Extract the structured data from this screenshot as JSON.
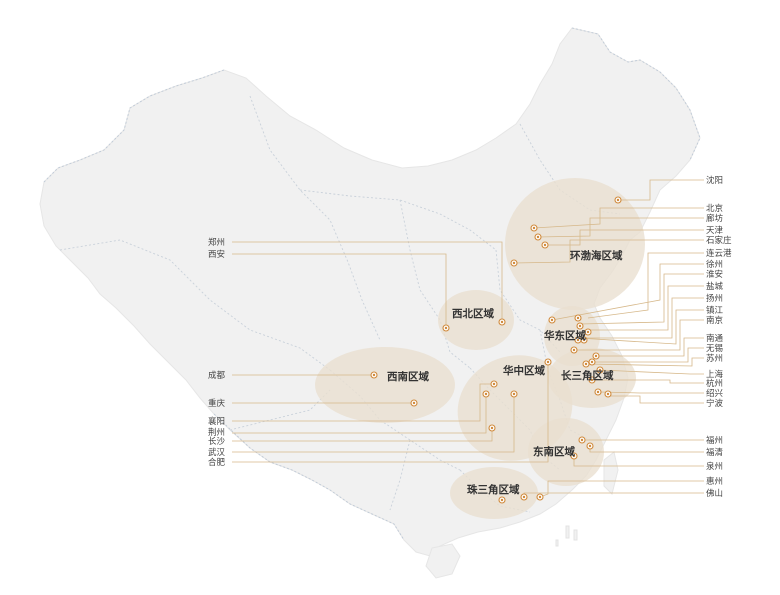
{
  "map": {
    "regions": [
      {
        "id": "huanbohai",
        "label": "环渤海区域"
      },
      {
        "id": "xibei",
        "label": "西北区域"
      },
      {
        "id": "huadong",
        "label": "华东区域"
      },
      {
        "id": "xinan",
        "label": "西南区域"
      },
      {
        "id": "huazhong",
        "label": "华中区域"
      },
      {
        "id": "changsanjiao",
        "label": "长三角区域"
      },
      {
        "id": "dongnan",
        "label": "东南区域"
      },
      {
        "id": "zhusanjiao",
        "label": "珠三角区域"
      }
    ],
    "cities_left": [
      {
        "label": "郑州"
      },
      {
        "label": "西安"
      },
      {
        "label": "成都"
      },
      {
        "label": "重庆"
      },
      {
        "label": "襄阳"
      },
      {
        "label": "荆州"
      },
      {
        "label": "长沙"
      },
      {
        "label": "武汉"
      },
      {
        "label": "合肥"
      }
    ],
    "cities_right": [
      {
        "label": "沈阳"
      },
      {
        "label": "北京"
      },
      {
        "label": "廊坊"
      },
      {
        "label": "天津"
      },
      {
        "label": "石家庄"
      },
      {
        "label": "连云港"
      },
      {
        "label": "徐州"
      },
      {
        "label": "淮安"
      },
      {
        "label": "盐城"
      },
      {
        "label": "扬州"
      },
      {
        "label": "镇江"
      },
      {
        "label": "南京"
      },
      {
        "label": "南通"
      },
      {
        "label": "无锡"
      },
      {
        "label": "苏州"
      },
      {
        "label": "上海"
      },
      {
        "label": "杭州"
      },
      {
        "label": "绍兴"
      },
      {
        "label": "宁波"
      },
      {
        "label": "福州"
      },
      {
        "label": "福清"
      },
      {
        "label": "泉州"
      },
      {
        "label": "惠州"
      },
      {
        "label": "佛山"
      }
    ],
    "colors": {
      "land": "#f1f1f1",
      "region_fill": "#e9dfd0",
      "accent": "#d08a3c",
      "leader": "#d6b88a",
      "text": "#333333",
      "province_border": "#c9d1da"
    }
  }
}
